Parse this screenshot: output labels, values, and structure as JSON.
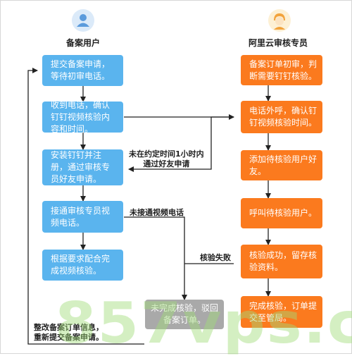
{
  "roles": {
    "left": {
      "label": "备案用户",
      "icon": "user-icon"
    },
    "right": {
      "label": "阿里云审核专员",
      "icon": "reviewer-icon"
    }
  },
  "left_steps": [
    "提交备案申请，等待初审电话。",
    "收到电话，确认钉钉视频核验内容和时间。",
    "安装钉钉并注册，通过审核专员好友申请。",
    "接通审核专员视频电话。",
    "根据要求配合完成视频核验。"
  ],
  "right_steps": [
    "备案订单初审，判断需要钉钉核验。",
    "电话外呼，确认钉钉视频核验时间。",
    "添加待核验用户好友。",
    "呼叫待核验用户。",
    "核验成功，留存核验资料。",
    "完成核验，订单提交至管局。"
  ],
  "reject_step": "未完成核验，驳回备案订单。",
  "edge_labels": {
    "not_accepted": "未在约定时间1小时内\n通过好友申请",
    "not_connected": "未接通视频电话",
    "failed": "核验失败",
    "resubmit": "整改备案订单信息，\n重新提交备案申请。"
  },
  "watermark": "857vps.cn",
  "colors": {
    "user_node": "#5ab4ee",
    "reviewer_node": "#fb7a1e",
    "reject_node": "#a9a9a9",
    "connector": "#222222",
    "user_avatar_bg": "#dbeaf9",
    "reviewer_avatar_bg": "#fdf0d4"
  }
}
